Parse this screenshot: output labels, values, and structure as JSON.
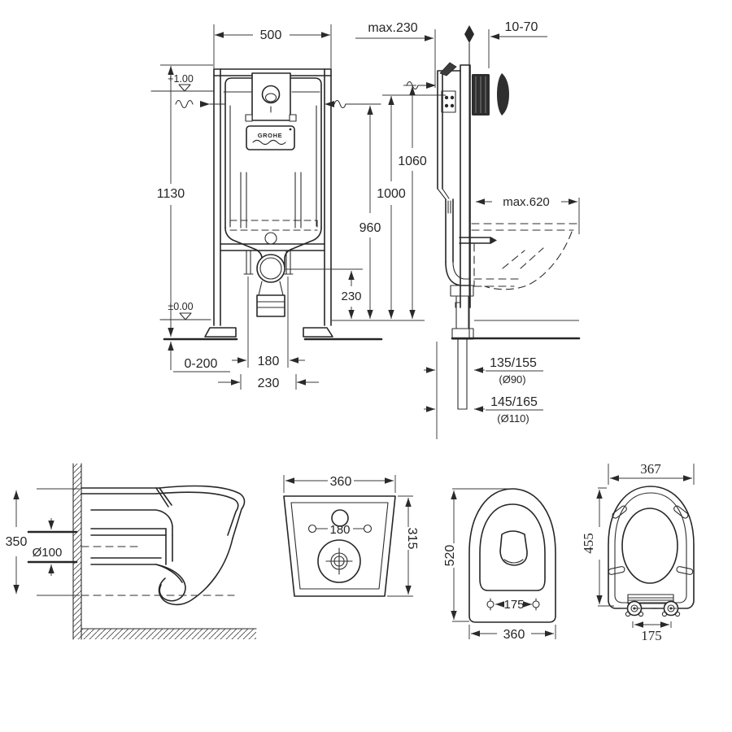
{
  "installation": {
    "front_view": {
      "frame_width": "500",
      "frame_height": "1130",
      "level_upper": "+1.00",
      "level_zero": "±0.00",
      "foot_adjust_range": "0-200",
      "bolt_spacing": "180",
      "pipe_spacing": "230",
      "outlet_center_height": "230",
      "actuation_height_min": "960",
      "actuation_height_mid": "1000",
      "actuation_height_max": "1060",
      "brand": "GROHE"
    },
    "side_view": {
      "frame_depth": "max.230",
      "wall_finish_range": "10-70",
      "bowl_reach": "max.620",
      "outlet_offset_90": "135/155",
      "outlet_dia_90": "(Ø90)",
      "outlet_offset_110": "145/165",
      "outlet_dia_110": "(Ø110)"
    }
  },
  "bowl": {
    "side_view": {
      "height": "350",
      "inlet_diameter": "Ø100"
    },
    "rear_view": {
      "width": "360",
      "bolt_spacing": "180",
      "height": "315"
    },
    "plan_view": {
      "depth": "520",
      "bolt_spacing": "175",
      "width": "360"
    }
  },
  "seat": {
    "width": "367",
    "depth": "455",
    "hinge_spacing": "175"
  }
}
